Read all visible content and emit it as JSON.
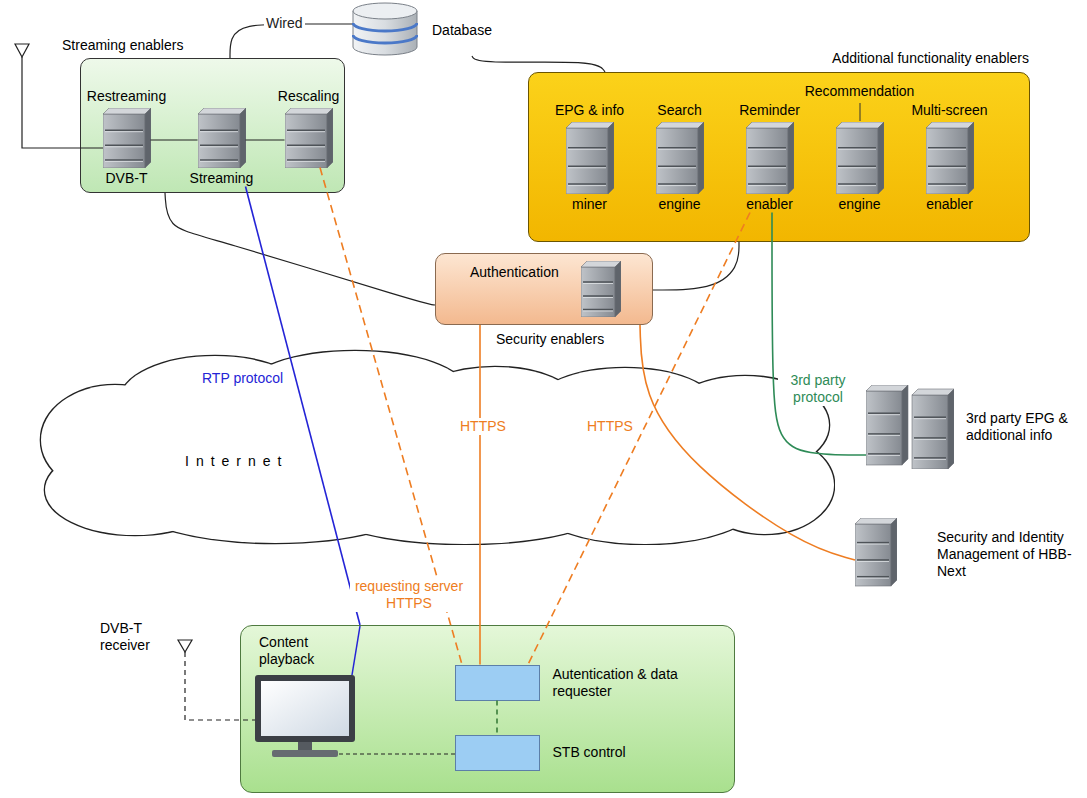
{
  "diagram": {
    "nodes": [
      {
        "text": [
          "Streaming enablers"
        ]
      },
      {
        "text": [
          "Restreaming",
          "DVB-T"
        ],
        "in": 0
      },
      {
        "text": [
          "Streaming"
        ],
        "in": 0
      },
      {
        "text": [
          "Rescaling"
        ],
        "in": 0
      },
      {
        "text": [
          "Database"
        ]
      },
      {
        "text": [
          "Additional functionality enablers"
        ]
      },
      {
        "text": [
          "EPG & info",
          "miner"
        ],
        "in": 5
      },
      {
        "text": [
          "Search",
          "engine"
        ],
        "in": 5
      },
      {
        "text": [
          "Reminder",
          "enabler"
        ],
        "in": 5
      },
      {
        "text": [
          "Recommendation",
          "engine"
        ],
        "in": 5
      },
      {
        "text": [
          "Multi-screen",
          "enabler"
        ],
        "in": 5
      },
      {
        "text": [
          "Authentication",
          "Security enablers"
        ]
      },
      {
        "text": [
          "Internet"
        ]
      },
      {
        "text": [
          "3rd party EPG & additional info"
        ]
      },
      {
        "text": [
          "Security and Identity Management of HBB-Next"
        ]
      },
      {
        "text": [
          "Content playback"
        ]
      },
      {
        "text": [
          "Autentication & data requester"
        ],
        "in": 15
      },
      {
        "text": [
          "STB control"
        ],
        "in": 15
      }
    ],
    "edges": [
      {
        "from": 4,
        "to": 0,
        "label": "Wired",
        "arrow": "none"
      },
      {
        "from": 4,
        "to": 5,
        "arrow": "none"
      },
      {
        "from": 1,
        "to": 2,
        "arrow": "none"
      },
      {
        "from": 2,
        "to": 3,
        "arrow": "none"
      },
      {
        "from": 0,
        "to": 11,
        "arrow": "none"
      },
      {
        "from": 5,
        "to": 11,
        "arrow": "none"
      },
      {
        "from": 2,
        "to": 15,
        "label": "RTP protocol",
        "arrow": "none"
      },
      {
        "from": 3,
        "to": 16,
        "label": "requesting server HTTPS",
        "arrow": "none"
      },
      {
        "from": 11,
        "to": 16,
        "label": "HTTPS",
        "arrow": "none"
      },
      {
        "from": 8,
        "to": 16,
        "arrow": "none"
      },
      {
        "from": 8,
        "to": 13,
        "label": "3rd party protocol",
        "arrow": "none"
      },
      {
        "from": 11,
        "to": 14,
        "label": "HTTPS",
        "arrow": "none"
      },
      {
        "from": 16,
        "to": 17,
        "arrow": "none"
      }
    ],
    "labels": [
      "DVB-T receiver"
    ]
  }
}
